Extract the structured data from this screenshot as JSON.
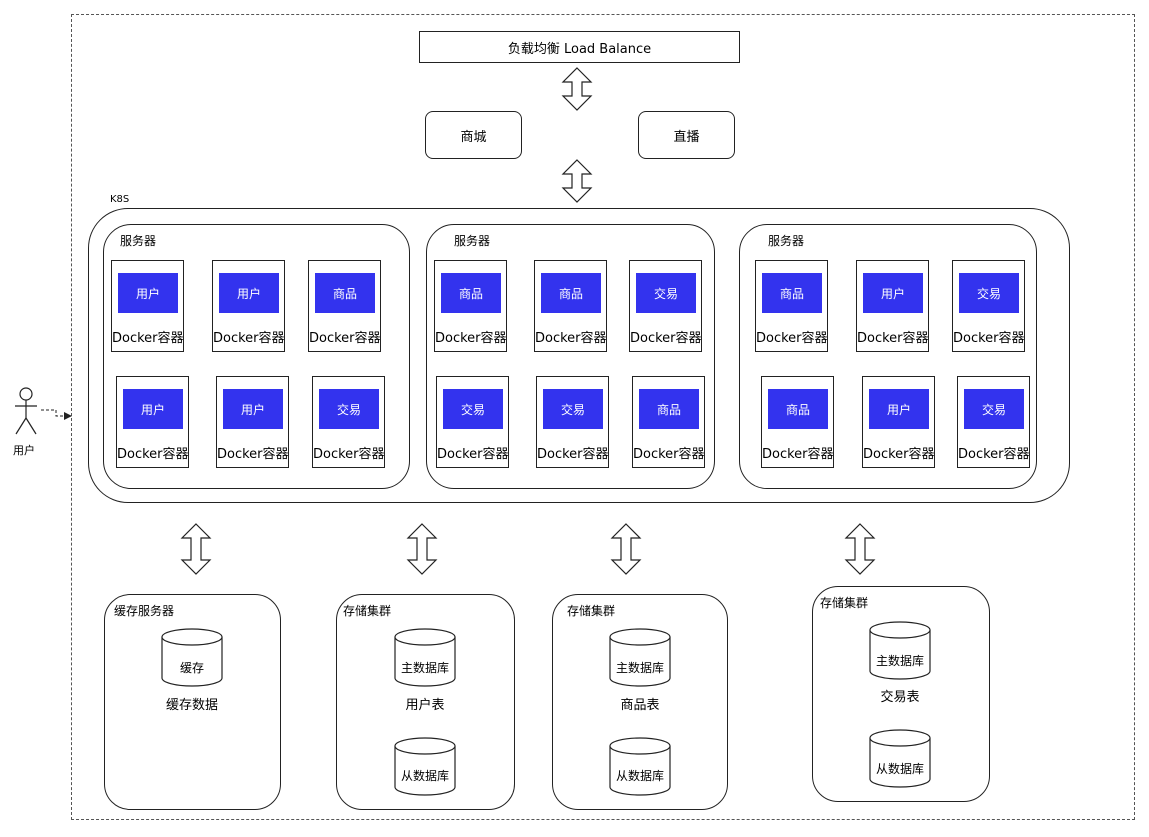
{
  "load_balancer": {
    "label": "负载均衡 Load Balance"
  },
  "gateways": [
    {
      "label": "商城"
    },
    {
      "label": "直播"
    }
  ],
  "k8s": {
    "label": "K8S"
  },
  "user": {
    "label": "用户"
  },
  "servers": [
    {
      "title": "服务器",
      "containers": [
        {
          "service": "用户",
          "label": "Docker容器"
        },
        {
          "service": "用户",
          "label": "Docker容器"
        },
        {
          "service": "商品",
          "label": "Docker容器"
        },
        {
          "service": "用户",
          "label": "Docker容器"
        },
        {
          "service": "用户",
          "label": "Docker容器"
        },
        {
          "service": "交易",
          "label": "Docker容器"
        }
      ]
    },
    {
      "title": "服务器",
      "containers": [
        {
          "service": "商品",
          "label": "Docker容器"
        },
        {
          "service": "商品",
          "label": "Docker容器"
        },
        {
          "service": "交易",
          "label": "Docker容器"
        },
        {
          "service": "交易",
          "label": "Docker容器"
        },
        {
          "service": "交易",
          "label": "Docker容器"
        },
        {
          "service": "商品",
          "label": "Docker容器"
        }
      ]
    },
    {
      "title": "服务器",
      "containers": [
        {
          "service": "商品",
          "label": "Docker容器"
        },
        {
          "service": "用户",
          "label": "Docker容器"
        },
        {
          "service": "交易",
          "label": "Docker容器"
        },
        {
          "service": "商品",
          "label": "Docker容器"
        },
        {
          "service": "用户",
          "label": "Docker容器"
        },
        {
          "service": "交易",
          "label": "Docker容器"
        }
      ]
    }
  ],
  "storage": [
    {
      "title": "缓存服务器",
      "db1": "缓存",
      "table": "缓存数据"
    },
    {
      "title": "存储集群",
      "db1": "主数据库",
      "table": "用户表",
      "db2": "从数据库"
    },
    {
      "title": "存储集群",
      "db1": "主数据库",
      "table": "商品表",
      "db2": "从数据库"
    },
    {
      "title": "存储集群",
      "db1": "主数据库",
      "table": "交易表",
      "db2": "从数据库"
    }
  ],
  "colors": {
    "service_fill": "#3333ee",
    "service_text": "#ffffff",
    "stroke": "#222222"
  }
}
